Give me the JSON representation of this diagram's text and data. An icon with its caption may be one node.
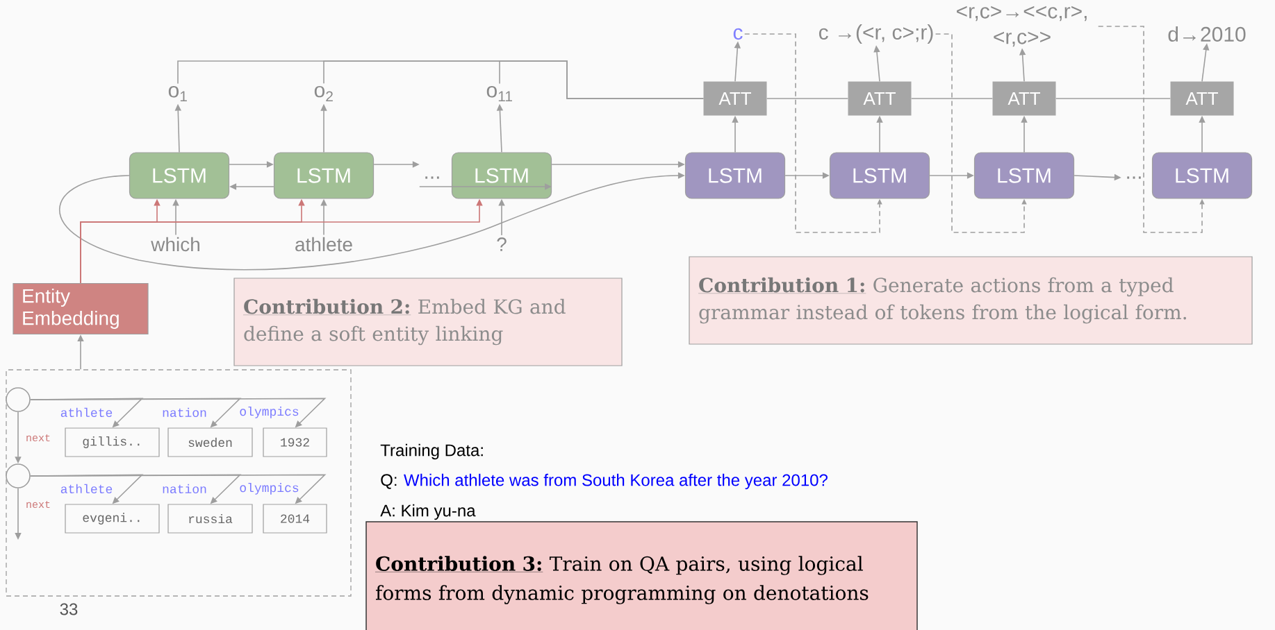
{
  "diagram": {
    "nodes": [
      {
        "text": [
          "LSTM"
        ]
      },
      {
        "text": [
          "LSTM"
        ]
      },
      {
        "text": [
          "LSTM"
        ]
      },
      {
        "text": [
          "LSTM"
        ]
      },
      {
        "text": [
          "LSTM"
        ]
      },
      {
        "text": [
          "LSTM"
        ]
      },
      {
        "text": [
          "LSTM"
        ]
      },
      {
        "text": [
          "ATT"
        ]
      },
      {
        "text": [
          "ATT"
        ]
      },
      {
        "text": [
          "ATT"
        ]
      },
      {
        "text": [
          "ATT"
        ]
      },
      {
        "text": [
          "o$_{1}$"
        ]
      },
      {
        "text": [
          "o$_{2}$"
        ]
      },
      {
        "text": [
          "o$_{11}$"
        ]
      },
      {
        "text": [
          "c"
        ]
      },
      {
        "text": [
          "c →(<r, c>;r)"
        ]
      },
      {
        "text": [
          "<r,c>→<<c,r>, <r,c>>"
        ]
      },
      {
        "text": [
          "d→2010"
        ]
      },
      {
        "text": [
          "which"
        ]
      },
      {
        "text": [
          "athlete"
        ]
      },
      {
        "text": [
          "?"
        ]
      },
      {
        "text": [
          "Entity Embedding"
        ]
      },
      {
        "text": [],
        "shape": "box"
      },
      {
        "text": [],
        "shape": "circle",
        "in": 22
      },
      {
        "text": [],
        "shape": "circle",
        "in": 22
      },
      {
        "text": [
          "gillis.."
        ],
        "in": 22
      },
      {
        "text": [
          "sweden"
        ],
        "in": 22
      },
      {
        "text": [
          "1932"
        ],
        "in": 22
      },
      {
        "text": [
          "evgeni.."
        ],
        "in": 22
      },
      {
        "text": [
          "russia"
        ],
        "in": 22
      },
      {
        "text": [
          "2014"
        ],
        "in": 22
      },
      {
        "text": [
          "Contribution 1:",
          "Generate actions from a typed grammar instead of tokens from the logical form."
        ]
      },
      {
        "text": [
          "Contribution 2:",
          "Embed KG and define a soft entity linking"
        ]
      },
      {
        "text": [
          "Contribution 3:",
          "Train on QA pairs, using logical forms from dynamic programming on denotations"
        ]
      },
      {
        "text": [
          "..."
        ]
      },
      {
        "text": [
          "..."
        ]
      }
    ],
    "edges": [
      {
        "from": 0,
        "to": 1,
        "arrow": "to"
      },
      {
        "from": 1,
        "to": 0,
        "arrow": "to"
      },
      {
        "from": 1,
        "to": 34,
        "arrow": "to"
      },
      {
        "from": 34,
        "to": 2,
        "arrow": "to"
      },
      {
        "from": 2,
        "to": 3,
        "arrow": "to"
      },
      {
        "from": 0,
        "to": 3,
        "arrow": "to"
      },
      {
        "from": 3,
        "to": 4,
        "arrow": "to"
      },
      {
        "from": 4,
        "to": 5,
        "arrow": "to"
      },
      {
        "from": 5,
        "to": 35,
        "arrow": "to"
      },
      {
        "from": 0,
        "to": 11,
        "arrow": "to"
      },
      {
        "from": 1,
        "to": 12,
        "arrow": "to"
      },
      {
        "from": 2,
        "to": 13,
        "arrow": "to"
      },
      {
        "from": 3,
        "to": 7,
        "arrow": "to"
      },
      {
        "from": 4,
        "to": 8,
        "arrow": "to"
      },
      {
        "from": 5,
        "to": 9,
        "arrow": "to"
      },
      {
        "from": 6,
        "to": 10,
        "arrow": "to"
      },
      {
        "from": 7,
        "to": 14,
        "arrow": "to"
      },
      {
        "from": 8,
        "to": 15,
        "arrow": "to"
      },
      {
        "from": 9,
        "to": 16,
        "arrow": "to"
      },
      {
        "from": 10,
        "to": 17,
        "arrow": "to"
      },
      {
        "from": 11,
        "to": 7,
        "arrow": "none"
      },
      {
        "from": 12,
        "to": 7,
        "arrow": "none"
      },
      {
        "from": 13,
        "to": 7,
        "arrow": "none"
      },
      {
        "from": 7,
        "to": 8,
        "arrow": "none"
      },
      {
        "from": 8,
        "to": 9,
        "arrow": "none"
      },
      {
        "from": 9,
        "to": 10,
        "arrow": "none"
      },
      {
        "from": 18,
        "to": 0,
        "arrow": "to"
      },
      {
        "from": 19,
        "to": 1,
        "arrow": "to"
      },
      {
        "from": 20,
        "to": 2,
        "arrow": "to"
      },
      {
        "from": 21,
        "to": 0,
        "arrow": "to",
        "color": "#cc7777"
      },
      {
        "from": 21,
        "to": 1,
        "arrow": "to",
        "color": "#cc7777"
      },
      {
        "from": 21,
        "to": 2,
        "arrow": "to",
        "color": "#cc7777"
      },
      {
        "from": 14,
        "to": 4,
        "arrow": "to",
        "style": "dashed"
      },
      {
        "from": 15,
        "to": 5,
        "arrow": "to",
        "style": "dashed"
      },
      {
        "from": 16,
        "to": 6,
        "arrow": "to",
        "style": "dashed"
      },
      {
        "from": 22,
        "to": 21,
        "arrow": "to"
      },
      {
        "from": 23,
        "to": 24,
        "arrow": "to",
        "label": "next"
      },
      {
        "from": 24,
        "to": null,
        "arrow": "to",
        "label": "next"
      },
      {
        "from": 23,
        "to": 25,
        "arrow": "to",
        "label": "athlete"
      },
      {
        "from": 23,
        "to": 26,
        "arrow": "to",
        "label": "nation"
      },
      {
        "from": 23,
        "to": 27,
        "arrow": "to",
        "label": "olympics"
      },
      {
        "from": 24,
        "to": 28,
        "arrow": "to",
        "label": "athlete"
      },
      {
        "from": 24,
        "to": 29,
        "arrow": "to",
        "label": "nation"
      },
      {
        "from": 24,
        "to": 30,
        "arrow": "to",
        "label": "olympics"
      }
    ],
    "labels": [
      "Training Data:",
      "Q:",
      "Which athlete was from South Korea after the year 2010?",
      "A: Kim yu-na",
      "33"
    ]
  }
}
